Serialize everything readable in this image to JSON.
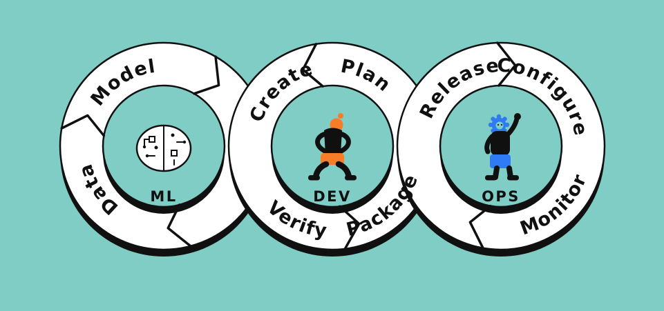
{
  "background_color": "#7fcdc4",
  "colors": {
    "band": "#ffffff",
    "outline": "#101010",
    "shadow": "#101010",
    "dev_accent_orange": "#f97c28",
    "ops_accent_blue": "#2f7bf5"
  },
  "diagram": {
    "rings": [
      {
        "id": "ml",
        "center_label": "ML",
        "icon": "brain-circuit-icon",
        "stage_labels": [
          "Model",
          "Data"
        ]
      },
      {
        "id": "dev",
        "center_label": "DEV",
        "icon": "developer-figure-icon",
        "stage_labels": [
          "Create",
          "Plan",
          "Verify",
          "Package"
        ]
      },
      {
        "id": "ops",
        "center_label": "OPS",
        "icon": "operations-figure-icon",
        "stage_labels": [
          "Release",
          "Configure",
          "Monitor"
        ]
      }
    ]
  }
}
